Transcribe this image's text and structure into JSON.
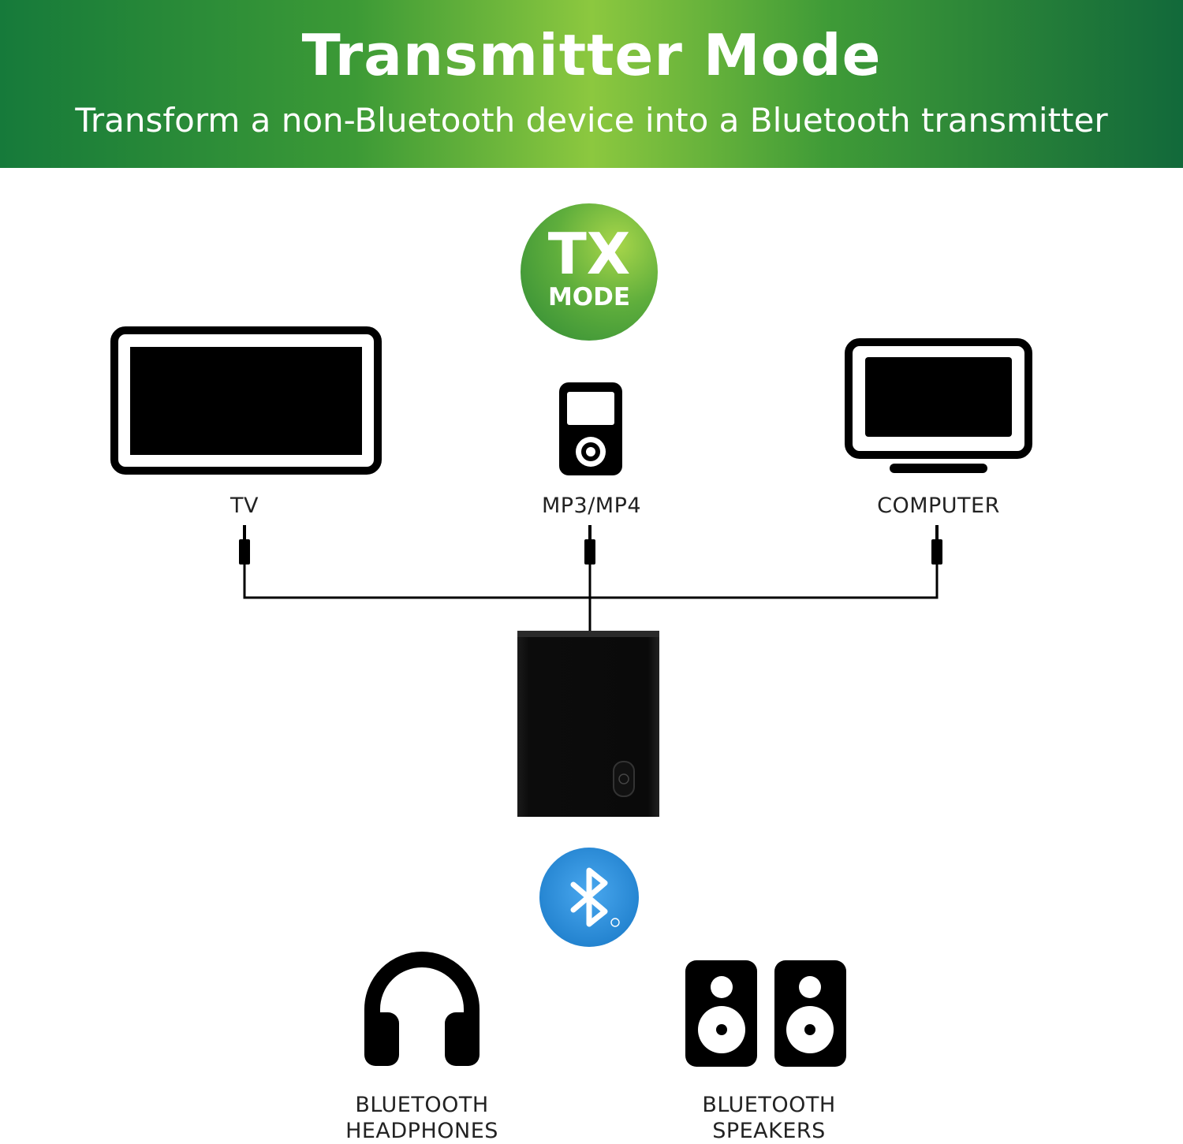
{
  "header": {
    "title": "Transmitter Mode",
    "subtitle": "Transform a non-Bluetooth device into a Bluetooth transmitter",
    "gradient_colors": [
      "#167a3a",
      "#8cc83f",
      "#12693a"
    ]
  },
  "badge": {
    "line1": "TX",
    "line2": "MODE",
    "color": "#5fae3c"
  },
  "sources": [
    {
      "label": "TV",
      "icon": "tv-icon"
    },
    {
      "label": "MP3/MP4",
      "icon": "mp3-player-icon"
    },
    {
      "label": "COMPUTER",
      "icon": "computer-monitor-icon"
    }
  ],
  "transmitter": {
    "icon": "bluetooth-transmitter-device-icon"
  },
  "bluetooth_logo": {
    "icon": "bluetooth-icon",
    "color": "#2d8ed6"
  },
  "outputs": [
    {
      "label_line1": "BLUETOOTH",
      "label_line2": "HEADPHONES",
      "icon": "headphones-icon"
    },
    {
      "label_line1": "BLUETOOTH",
      "label_line2": "SPEAKERS",
      "icon": "speakers-icon"
    }
  ]
}
